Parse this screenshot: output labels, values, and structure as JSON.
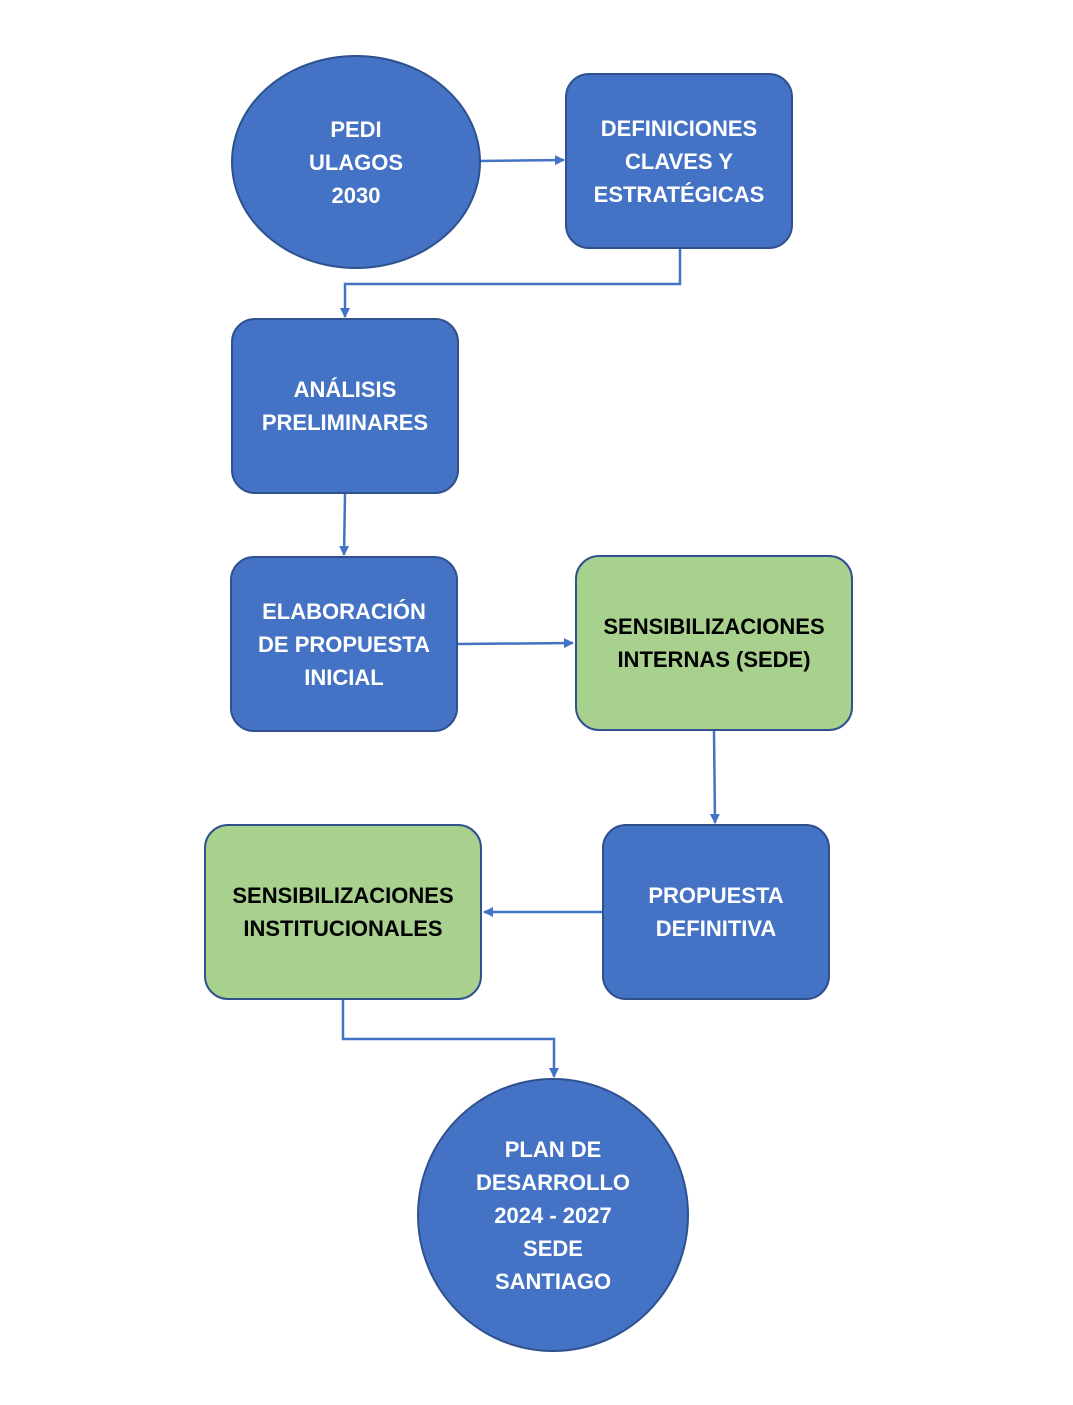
{
  "nodes": {
    "pedi": {
      "text": "PEDI\nULAGOS\n2030"
    },
    "definiciones": {
      "text": "DEFINICIONES\nCLAVES Y\nESTRATÉGICAS"
    },
    "analisis": {
      "text": "ANÁLISIS\nPRELIMINARES"
    },
    "elaboracion": {
      "text": "ELABORACIÓN\nDE PROPUESTA\nINICIAL"
    },
    "sens_internas": {
      "text": "SENSIBILIZACIONES\nINTERNAS (SEDE)"
    },
    "propuesta_def": {
      "text": "PROPUESTA\nDEFINITIVA"
    },
    "sens_inst": {
      "text": "SENSIBILIZACIONES\nINSTITUCIONALES"
    },
    "plan": {
      "text": "PLAN DE\nDESARROLLO\n2024 - 2027\nSEDE\nSANTIAGO"
    }
  },
  "colors": {
    "primary_fill": "#4472c4",
    "secondary_fill": "#a9d18e",
    "border": "#2f528f",
    "arrow": "#4472c4"
  }
}
